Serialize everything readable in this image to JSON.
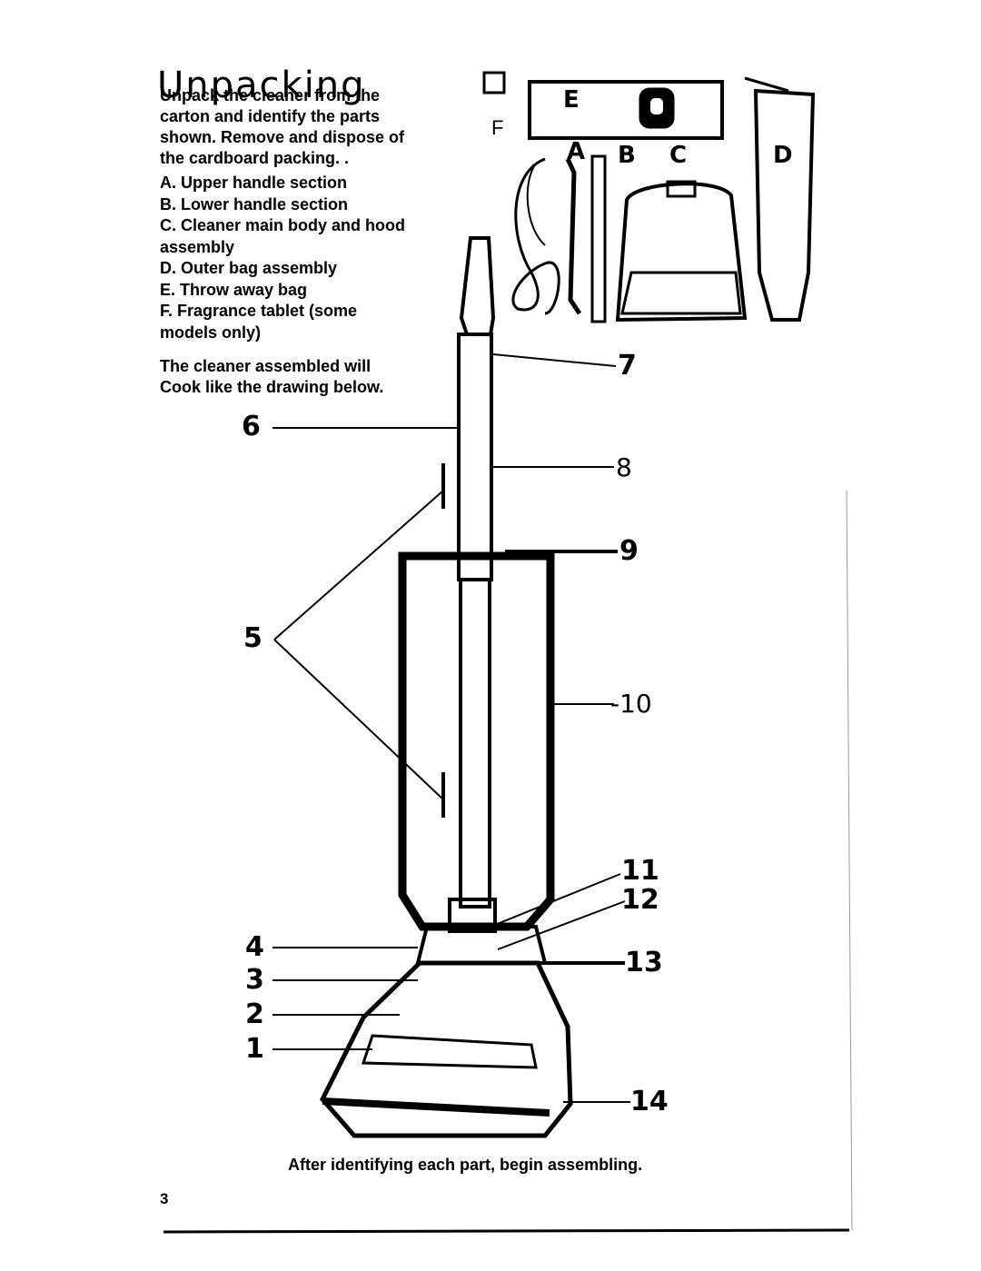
{
  "page": {
    "title": "Unpacking",
    "intro_lines": [
      "Unpack the cleaner from the",
      "carton and identify the parts",
      "shown. Remove and dispose of",
      "the cardboard packing. ."
    ],
    "parts_list": [
      "A. Upper handle section",
      "B. Lower handle section",
      "C. Cleaner main body and hood",
      "assembly",
      "D. Outer bag assembly",
      "E. Throw away bag",
      "F. Fragrance tablet (some",
      "models only)"
    ],
    "assembled_lines": [
      "The cleaner assembled will",
      "Cook like the drawing below."
    ],
    "part_letters": {
      "a": "A",
      "b": "B",
      "c": "C",
      "d": "D",
      "e": "E",
      "f": "F"
    },
    "callouts": {
      "c1": "1",
      "c2": "2",
      "c3": "3",
      "c4": "4",
      "c5": "5",
      "c6": "6",
      "c7": "7",
      "c8": "8",
      "c9": "9",
      "c10": "-10",
      "c11": "11",
      "c12": "12",
      "c13": "13",
      "c14": "14"
    },
    "footer_text": "After identifying each part, begin assembling.",
    "page_number": "3"
  }
}
